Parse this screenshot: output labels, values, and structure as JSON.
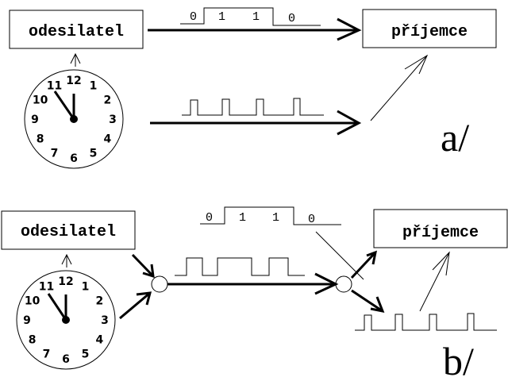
{
  "title": "Synchronní přenos s hodinami",
  "panel_a": {
    "label": "a/",
    "sender": "odesilatel",
    "receiver": "příjemce",
    "data_bits": [
      "0",
      "1",
      "1",
      "0"
    ],
    "clock_pulses": 4
  },
  "panel_b": {
    "label": "b/",
    "sender": "odesilatel",
    "receiver": "příjemce",
    "data_bits": [
      "0",
      "1",
      "1",
      "0"
    ],
    "clock_pulses": 4
  },
  "clock_face": {
    "numbers": [
      "12",
      "1",
      "2",
      "3",
      "4",
      "5",
      "6",
      "7",
      "8",
      "9",
      "10",
      "11"
    ],
    "time": "11:55"
  },
  "colors": {
    "ink": "#000000",
    "background": "#ffffff"
  }
}
